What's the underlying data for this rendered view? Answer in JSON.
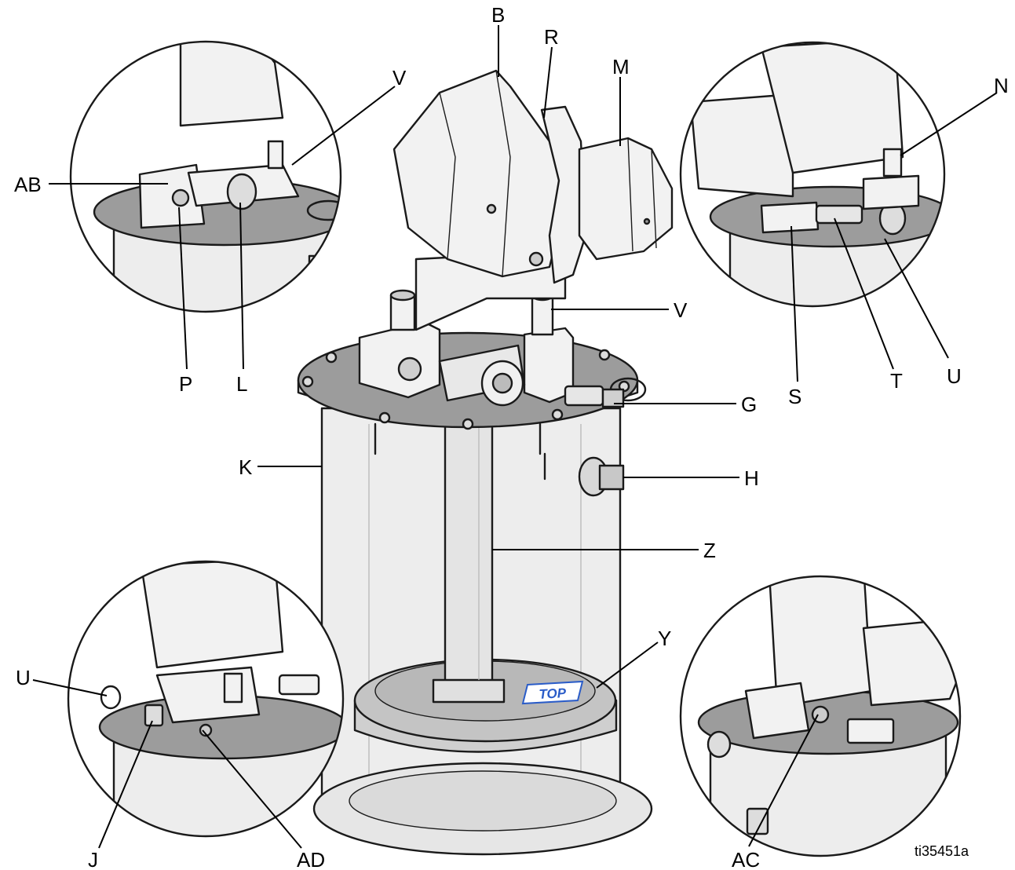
{
  "labels": {
    "B": "B",
    "R": "R",
    "M": "M",
    "V_top": "V",
    "V_mid": "V",
    "N": "N",
    "AB": "AB",
    "P": "P",
    "L": "L",
    "S": "S",
    "T": "T",
    "U_right": "U",
    "G": "G",
    "K": "K",
    "H": "H",
    "Z": "Z",
    "Y": "Y",
    "U_left": "U",
    "J": "J",
    "AD": "AD",
    "AC": "AC"
  },
  "reference_code": "ti35451a",
  "decal_text": "TOP",
  "colors": {
    "ink": "#1a1a1a",
    "plate": "#9c9c9c",
    "body": "#f2f2f2",
    "decal": "#2a5cc8"
  }
}
